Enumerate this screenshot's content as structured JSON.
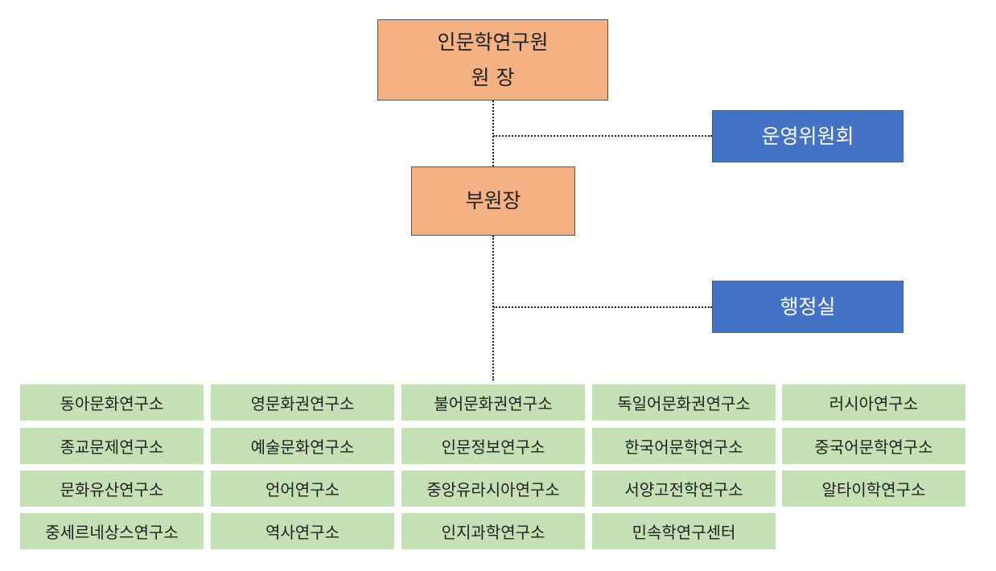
{
  "director": {
    "line1": "인문학연구원",
    "line2": "원 장"
  },
  "committee": "운영위원회",
  "vice_director": "부원장",
  "admin_office": "행정실",
  "institutes": [
    [
      "동아문화연구소",
      "영문화권연구소",
      "불어문화권연구소",
      "독일어문화권연구소",
      "러시아연구소"
    ],
    [
      "종교문제연구소",
      "예술문화연구소",
      "인문정보연구소",
      "한국어문학연구소",
      "중국어문학연구소"
    ],
    [
      "문화유산연구소",
      "언어연구소",
      "중앙유라시아연구소",
      "서양고전학연구소",
      "알타이학연구소"
    ],
    [
      "중세르네상스연구소",
      "역사연구소",
      "인지과학연구소",
      "민속학연구센터"
    ]
  ],
  "colors": {
    "leader_box": "#f4b183",
    "office_box": "#4472c4",
    "institute_box": "#c5e0b4"
  }
}
